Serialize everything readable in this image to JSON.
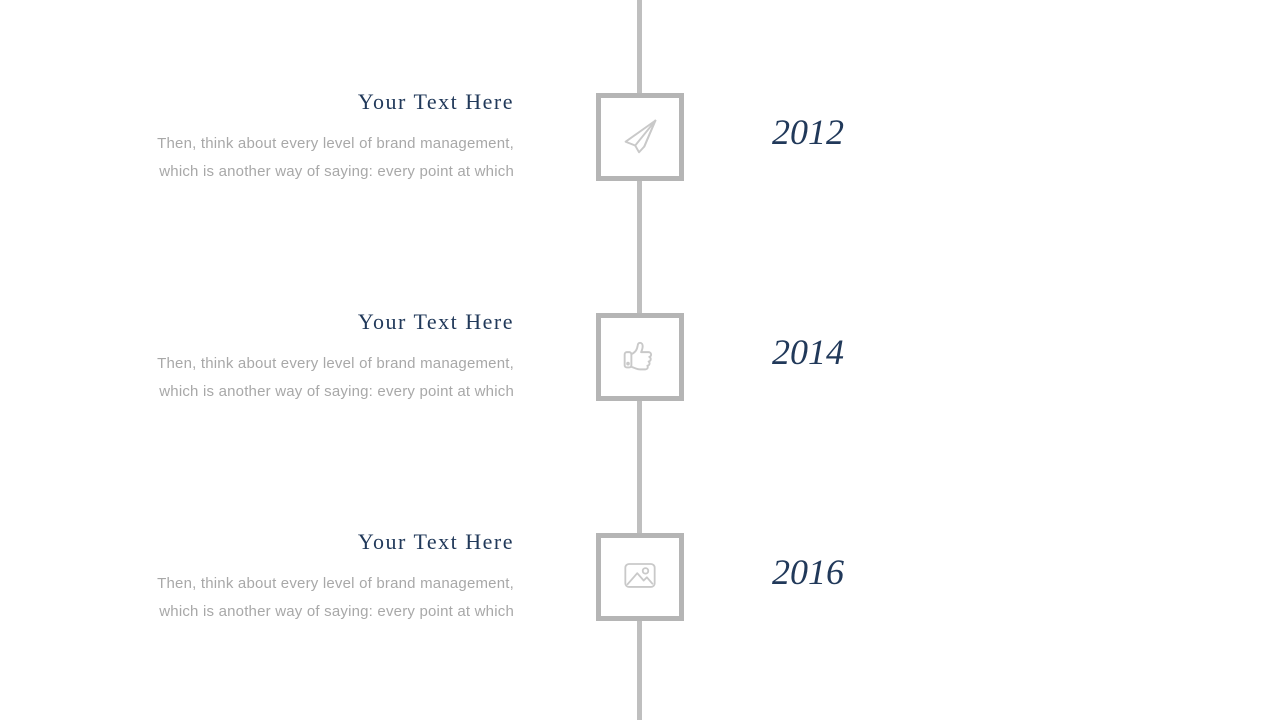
{
  "slide": {
    "type": "timeline-slide",
    "background_color": "#ffffff",
    "accent_color": "#21395a",
    "body_text_color": "#a8a8a8",
    "line_color": "#bfbfbf",
    "box_border_color": "#b5b5b5",
    "icon_color": "#c9c9c9"
  },
  "items": [
    {
      "heading": "Your Text Here",
      "body_line1": "Then, think about every level of brand management,",
      "body_line2": "which is another way of saying: every point at which",
      "year": "2012",
      "icon": "paper-plane-icon"
    },
    {
      "heading": "Your Text Here",
      "body_line1": "Then, think about every level of brand management,",
      "body_line2": "which is another way of saying: every point at which",
      "year": "2014",
      "icon": "thumbs-up-icon"
    },
    {
      "heading": "Your Text Here",
      "body_line1": "Then, think about every level of brand management,",
      "body_line2": "which is another way of saying: every point at which",
      "year": "2016",
      "icon": "image-icon"
    }
  ]
}
